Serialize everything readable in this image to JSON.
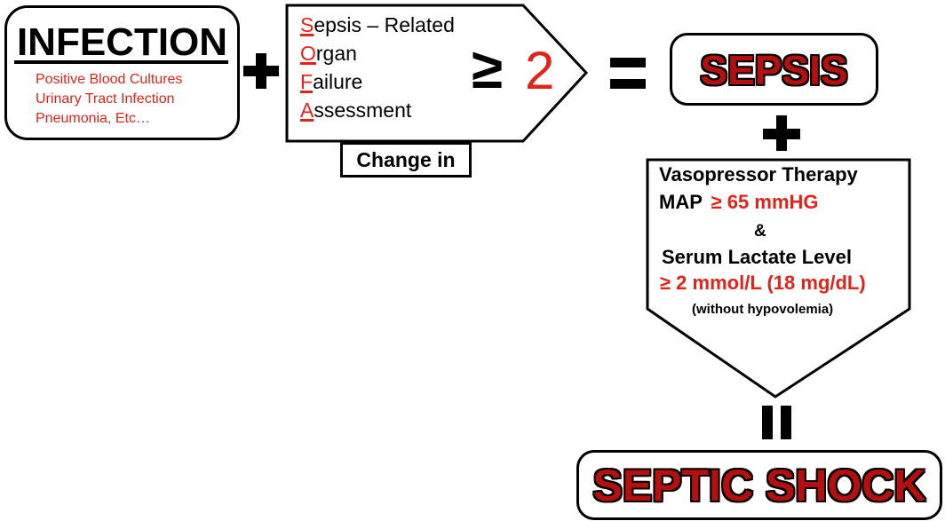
{
  "infection": {
    "title": "INFECTION",
    "examples": [
      "Positive Blood Cultures",
      "Urinary Tract Infection",
      "Pneumonia, Etc…"
    ]
  },
  "sofa": {
    "lines": [
      {
        "initial": "S",
        "rest": "epsis – Related"
      },
      {
        "initial": "O",
        "rest": "rgan"
      },
      {
        "initial": "F",
        "rest": "ailure"
      },
      {
        "initial": "A",
        "rest": "ssessment"
      }
    ],
    "comparator": "≥",
    "threshold": "2",
    "change_label": "Change in"
  },
  "sepsis": {
    "label": "SEPSIS"
  },
  "criteria": {
    "vasopressor": "Vasopressor Therapy",
    "map_prefix": "MAP",
    "map_value": "≥  65 mmHG",
    "and": "&",
    "lactate": "Serum Lactate Level",
    "lactate_value": "≥ 2 mmol/L (18 mg/dL)",
    "note": "(without hypovolemia)"
  },
  "septic_shock": {
    "label": "SEPTIC SHOCK"
  },
  "colors": {
    "accent_red": "#e2231a",
    "title_red": "#b51010",
    "stroke": "#000000"
  }
}
